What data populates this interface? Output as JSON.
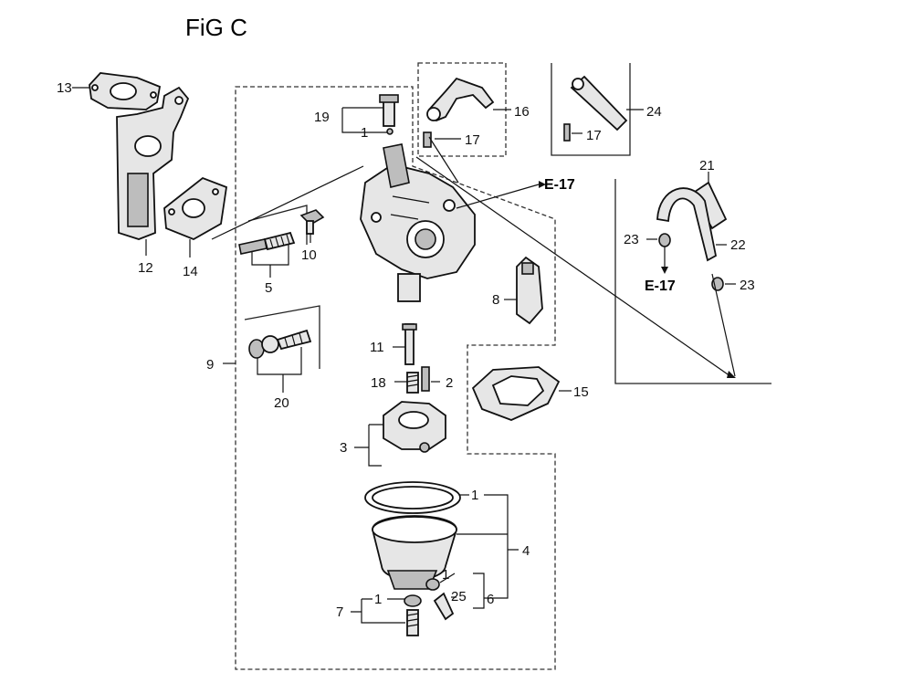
{
  "title": "FiG C",
  "labels": {
    "l1a": "1",
    "l1b": "1",
    "l1c": "1",
    "l1d": "1",
    "l2": "2",
    "l3": "3",
    "l4": "4",
    "l5": "5",
    "l6": "6",
    "l7": "7",
    "l8": "8",
    "l9": "9",
    "l10": "10",
    "l11": "11",
    "l12": "12",
    "l13": "13",
    "l14": "14",
    "l15": "15",
    "l16": "16",
    "l17a": "17",
    "l17b": "17",
    "l18": "18",
    "l19": "19",
    "l20": "20",
    "l21": "21",
    "l22": "22",
    "l23a": "23",
    "l23b": "23",
    "l24": "24",
    "l25": "25"
  },
  "refs": {
    "e17a": "E-17",
    "e17b": "E-17"
  }
}
